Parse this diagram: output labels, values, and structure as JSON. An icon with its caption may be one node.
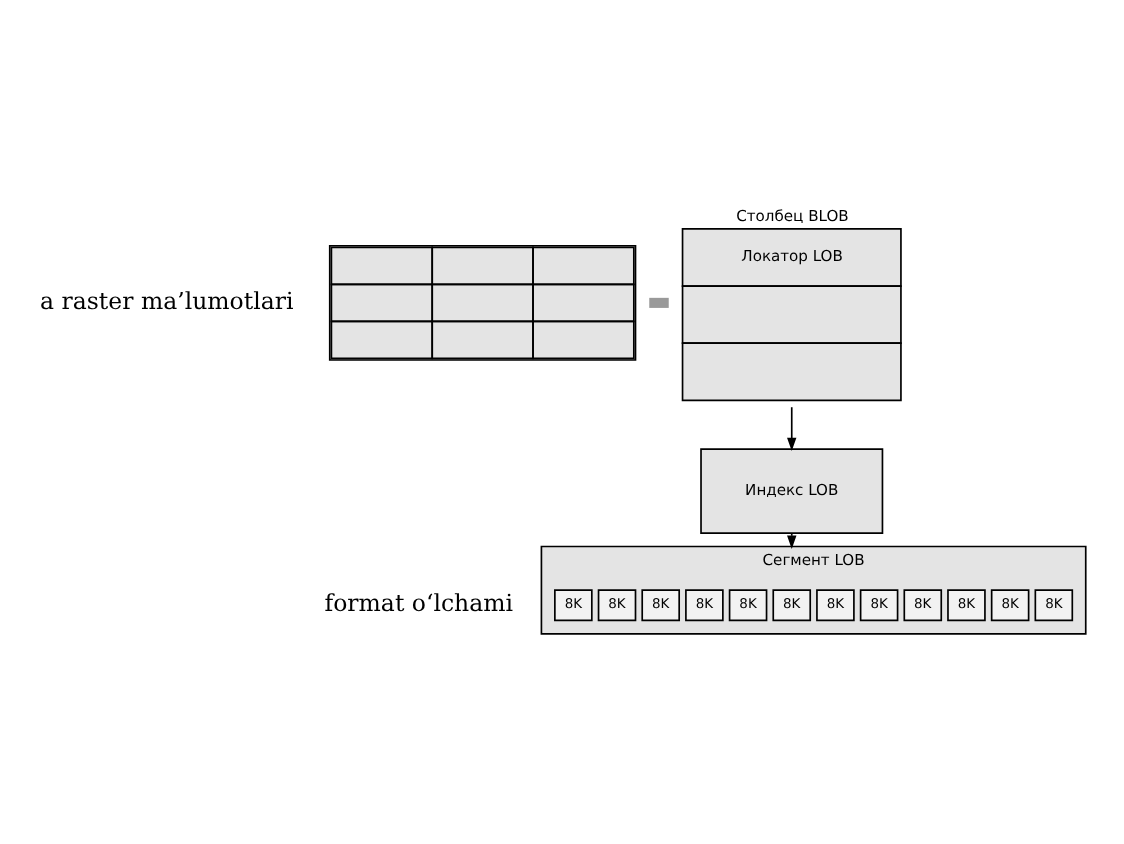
{
  "diagram": {
    "nodes": [
      {
        "text": [],
        "shape": "table"
      },
      {
        "text": [
          "Столбец BLOB",
          "Локатор LOB"
        ]
      },
      {
        "text": [
          "Индекс LOB"
        ]
      },
      {
        "text": [
          "Сегмент LOB"
        ]
      },
      {
        "text": [
          "8K"
        ],
        "in": 3
      },
      {
        "text": [
          "8K"
        ],
        "in": 3
      },
      {
        "text": [
          "8K"
        ],
        "in": 3
      },
      {
        "text": [
          "8K"
        ],
        "in": 3
      },
      {
        "text": [
          "8K"
        ],
        "in": 3
      },
      {
        "text": [
          "8K"
        ],
        "in": 3
      },
      {
        "text": [
          "8K"
        ],
        "in": 3
      },
      {
        "text": [
          "8K"
        ],
        "in": 3
      },
      {
        "text": [
          "8K"
        ],
        "in": 3
      },
      {
        "text": [
          "8K"
        ],
        "in": 3
      },
      {
        "text": [
          "8K"
        ],
        "in": 3
      },
      {
        "text": [
          "8K"
        ],
        "in": 3
      }
    ],
    "edges": [
      {
        "from": 0,
        "to": 1,
        "arrow": "none",
        "style": "thick",
        "color": "#999999"
      },
      {
        "from": 1,
        "to": 2,
        "arrow": "to"
      },
      {
        "from": 2,
        "to": 3,
        "arrow": "to"
      }
    ],
    "labels": [
      "a raster ma’lumotlari",
      "format o‘lchami"
    ]
  }
}
